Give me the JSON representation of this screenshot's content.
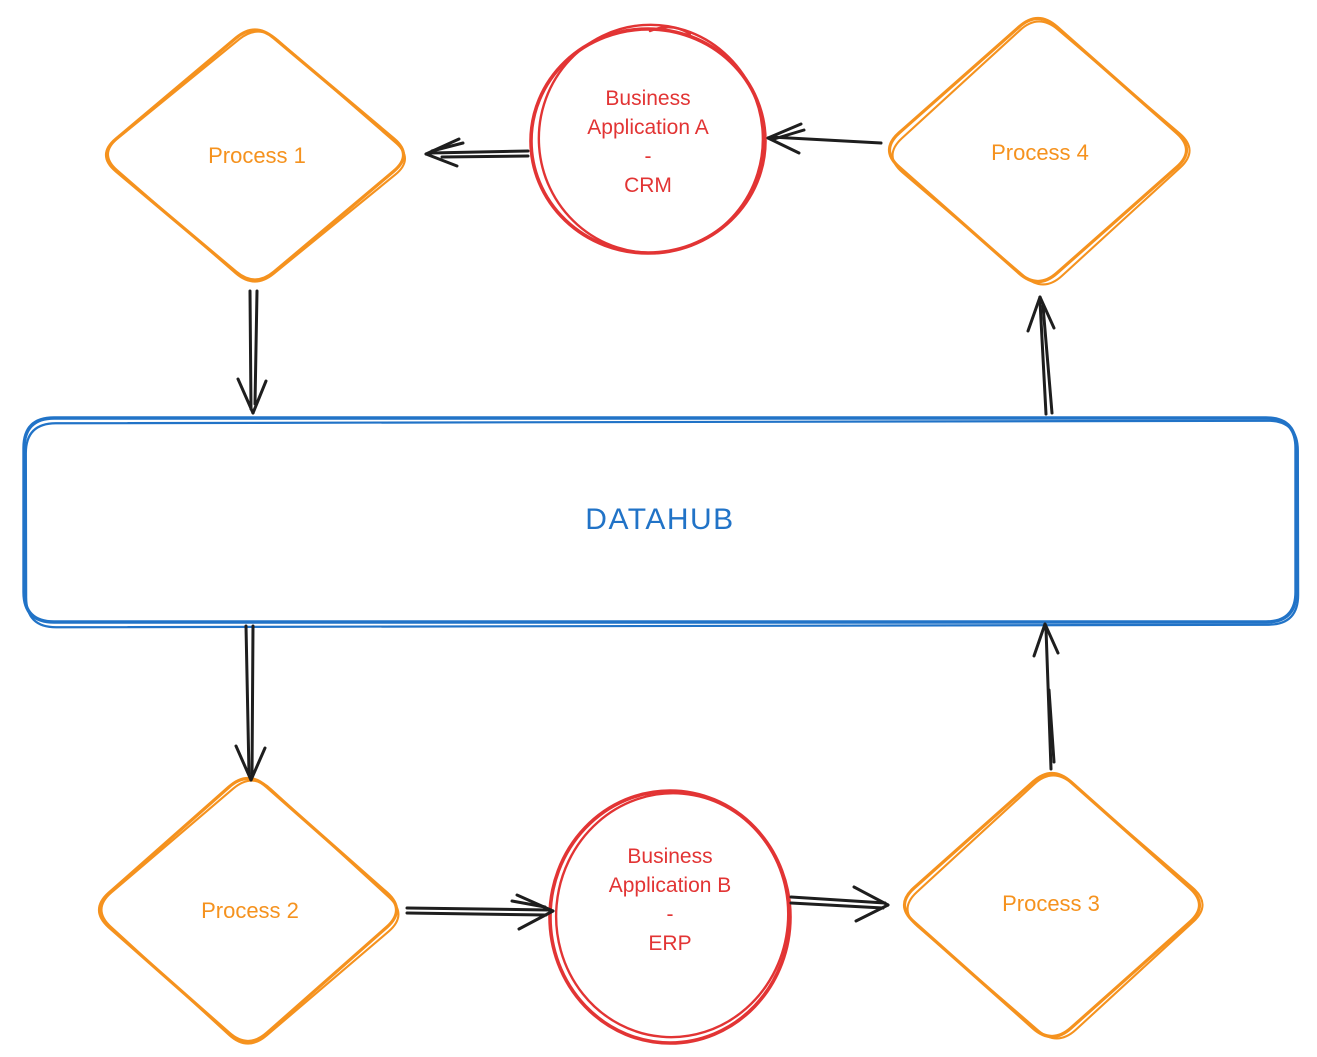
{
  "diagram": {
    "kind": "flowchart",
    "colors": {
      "process_node": "#F5921E",
      "application_node": "#E23434",
      "datahub_node": "#2173C7",
      "arrow": "#1E1E1E",
      "background": "#FFFFFF"
    },
    "nodes": {
      "process1": {
        "label": "Process 1",
        "shape": "diamond"
      },
      "process2": {
        "label": "Process 2",
        "shape": "diamond"
      },
      "process3": {
        "label": "Process 3",
        "shape": "diamond"
      },
      "process4": {
        "label": "Process 4",
        "shape": "diamond"
      },
      "app_a": {
        "label": "Business\nApplication A\n-\nCRM",
        "shape": "circle"
      },
      "app_b": {
        "label": "Business\nApplication B\n-\nERP",
        "shape": "circle"
      },
      "datahub": {
        "label": "DATAHUB",
        "shape": "rounded-rectangle"
      }
    },
    "edges": [
      {
        "from": "Business Application A - CRM",
        "to": "Process 1"
      },
      {
        "from": "Process 4",
        "to": "Business Application A - CRM"
      },
      {
        "from": "Process 1",
        "to": "DATAHUB"
      },
      {
        "from": "DATAHUB",
        "to": "Process 4"
      },
      {
        "from": "DATAHUB",
        "to": "Process 2"
      },
      {
        "from": "Process 2",
        "to": "Business Application B - ERP"
      },
      {
        "from": "Business Application B - ERP",
        "to": "Process 3"
      },
      {
        "from": "Process 3",
        "to": "DATAHUB"
      }
    ]
  }
}
